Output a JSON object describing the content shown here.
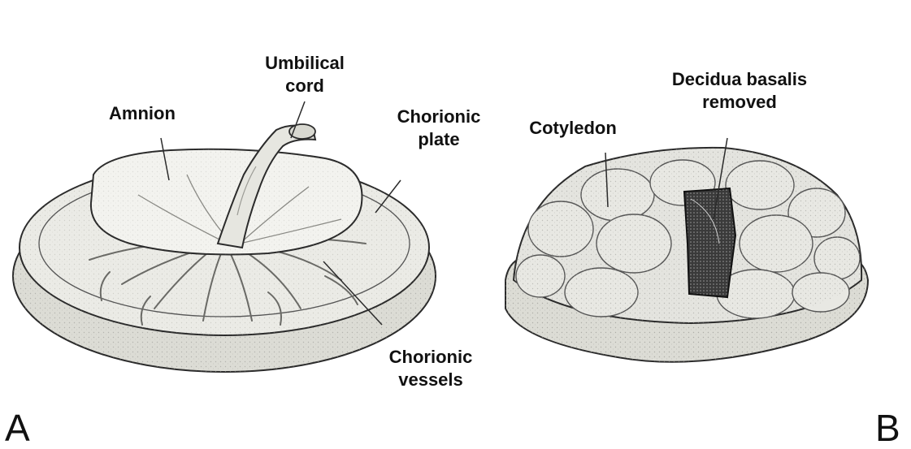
{
  "panels": {
    "a": {
      "letter": "A",
      "labels": {
        "amnion": "Amnion",
        "umbilical_cord_1": "Umbilical",
        "umbilical_cord_2": "cord",
        "chorionic_plate_1": "Chorionic",
        "chorionic_plate_2": "plate",
        "chorionic_vessels_1": "Chorionic",
        "chorionic_vessels_2": "vessels"
      }
    },
    "b": {
      "letter": "B",
      "labels": {
        "cotyledon": "Cotyledon",
        "decidua_1": "Decidua basalis",
        "decidua_2": "removed"
      }
    }
  },
  "colors": {
    "ink": "#2b2b2b",
    "paper": "#ffffff",
    "disc_fill": "#ebebe6",
    "amnion_fill": "#f3f3ef",
    "cotyledon_fill": "#e4e4df",
    "removed_patch": "#3a3a3a"
  }
}
